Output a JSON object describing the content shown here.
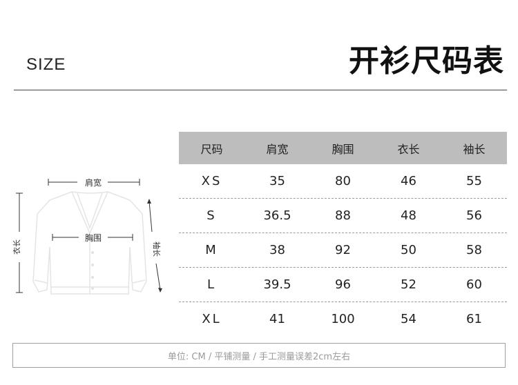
{
  "header": {
    "size_label": "SIZE",
    "title": "开衫尺码表"
  },
  "diagram": {
    "shoulder_label": "肩宽",
    "chest_label": "胸围",
    "length_label": "衣长",
    "sleeve_label": "袖长"
  },
  "table": {
    "columns": [
      "尺码",
      "肩宽",
      "胸围",
      "衣长",
      "袖长"
    ],
    "rows": [
      [
        "XS",
        "35",
        "80",
        "46",
        "55"
      ],
      [
        "S",
        "36.5",
        "88",
        "48",
        "56"
      ],
      [
        "M",
        "38",
        "92",
        "50",
        "58"
      ],
      [
        "L",
        "39.5",
        "96",
        "52",
        "60"
      ],
      [
        "XL",
        "41",
        "100",
        "54",
        "61"
      ]
    ]
  },
  "footer": {
    "note": "单位: CM / 平铺测量 / 手工测量误差2cm左右"
  }
}
